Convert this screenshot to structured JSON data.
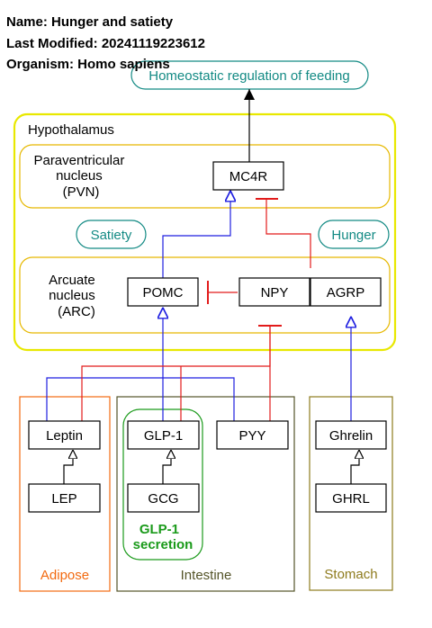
{
  "header": {
    "name_line": "Name: Hunger and satiety",
    "modified_line": "Last Modified: 20241119223612",
    "organism_line": "Organism: Homo sapiens"
  },
  "colors": {
    "hypothalamus_border": "#e8e800",
    "nucleus_border": "#e6b800",
    "pathway_teal": "#138a84",
    "activation_blue": "#1f1fe0",
    "inhibition_red": "#e21b1b",
    "adipose_orange": "#f26a10",
    "intestine_olive": "#545428",
    "stomach_olive": "#8e7b1d",
    "glp1_green": "#1a9a1a"
  },
  "diagram": {
    "pathway_label": "Homeostatic regulation of feeding",
    "hypothalamus_label": "Hypothalamus",
    "pvn_label": [
      "Paraventricular",
      "nucleus",
      "(PVN)"
    ],
    "arc_label": [
      "Arcuate",
      "nucleus",
      "(ARC)"
    ],
    "satiety_label": "Satiety",
    "hunger_label": "Hunger",
    "mc4r": "MC4R",
    "pomc": "POMC",
    "npy": "NPY",
    "agrp": "AGRP",
    "leptin": "Leptin",
    "lep": "LEP",
    "glp1": "GLP-1",
    "gcg": "GCG",
    "pyy": "PYY",
    "ghrelin": "Ghrelin",
    "ghrl": "GHRL",
    "glp1_secretion_label": [
      "GLP-1",
      "secretion"
    ],
    "adipose_label": "Adipose",
    "intestine_label": "Intestine",
    "stomach_label": "Stomach"
  }
}
